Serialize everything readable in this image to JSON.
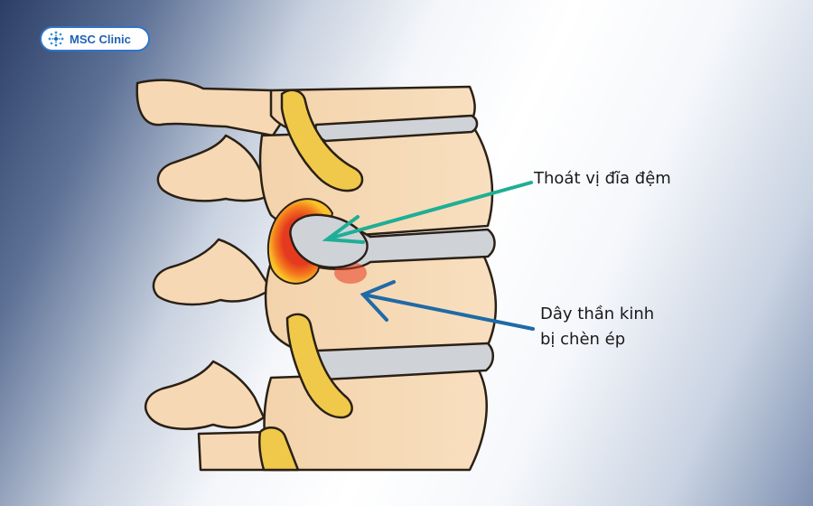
{
  "brand": {
    "name": "MSC Clinic",
    "icon": "msc-clinic-logo-icon"
  },
  "labels": {
    "herniated_disc": "Thoát vị đĩa đệm",
    "compressed_nerve_line1": "Dây thần kinh",
    "compressed_nerve_line2": "bị chèn ép"
  },
  "colors": {
    "bone": "#f6d9b4",
    "bone_outline": "#2a2016",
    "disc": "#cfd3d8",
    "nerve": "#f1c94a",
    "inflammation_red": "#e53a1f",
    "inflammation_orange": "#f7a21f",
    "arrow_teal": "#1fae96",
    "arrow_blue": "#1f6aa7",
    "brand_blue": "#1f62b5"
  }
}
